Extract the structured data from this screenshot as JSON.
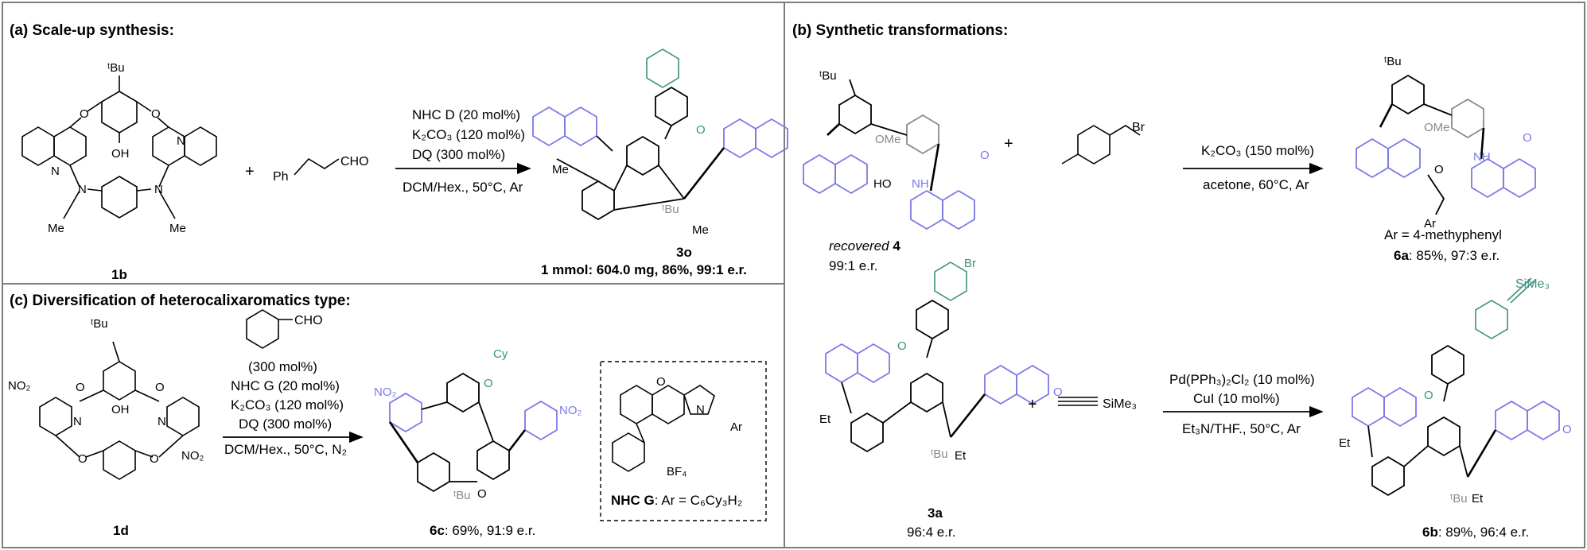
{
  "panel_a": {
    "title": "(a) Scale-up synthesis:",
    "compound_1b": "1b",
    "plus": "+",
    "aldehyde": {
      "ph": "Ph",
      "cho": "CHO"
    },
    "cond1": "NHC D  (20 mol%)",
    "cond2": "K₂CO₃ (120 mol%)",
    "cond3": "DQ (300 mol%)",
    "cond4": "DCM/Hex., 50°C, Ar",
    "product": "3o",
    "result": "1 mmol: 604.0 mg, 86%, 99:1 e.r."
  },
  "panel_b": {
    "title": "(b) Synthetic transformations:",
    "recovered": "recovered",
    "recovered_num": "4",
    "er4": "99:1 e.r.",
    "plus1": "+",
    "cond_k": "K₂CO₃ (150 mol%)",
    "cond_solv": "acetone, 60°C, Ar",
    "ar_def": "Ar = 4-methyphenyl",
    "p6a": "6a",
    "p6a_res": ": 85%, 97:3 e.r.",
    "s3a": "3a",
    "er3a": "96:4 e.r.",
    "plus2": "+",
    "tms": "SiMe₃",
    "cond_pd": "Pd(PPh₃)₂Cl₂ (10 mol%)",
    "cond_cui": "CuI (10 mol%)",
    "cond_et3n": "Et₃N/THF., 50°C, Ar",
    "p6b": "6b",
    "p6b_res": ": 89%, 96:4 e.r."
  },
  "panel_c": {
    "title": "(c) Diversification of heterocalixaromatics type:",
    "cho": "CHO",
    "c1": "(300 mol%)",
    "c2": "NHC G (20 mol%)",
    "c3": "K₂CO₃ (120 mol%)",
    "c4": "DQ (300 mol%)",
    "c5": "DCM/Hex., 50°C, N₂",
    "s1d": "1d",
    "p6c": "6c",
    "p6c_res": ": 69%, 91:9 e.r.",
    "nhcg_label": "NHC G",
    "nhcg_def": ": Ar = C₆Cy₃H₂",
    "bf4": "BF₄",
    "ar": "Ar"
  },
  "atoms": {
    "tbu": "ᵗBu",
    "oh": "OH",
    "o": "O",
    "n": "N",
    "me": "Me",
    "et": "Et",
    "no2": "NO₂",
    "ome": "OMe",
    "ho": "HO",
    "nh": "NH",
    "br": "Br",
    "ar": "Ar",
    "cy": "Cy",
    "sime3": "SiMe₃"
  },
  "colors": {
    "border": "#7d7d7d",
    "purple": "#7b78e8",
    "teal": "#3d8f7f",
    "grey": "#8a8a8a"
  }
}
